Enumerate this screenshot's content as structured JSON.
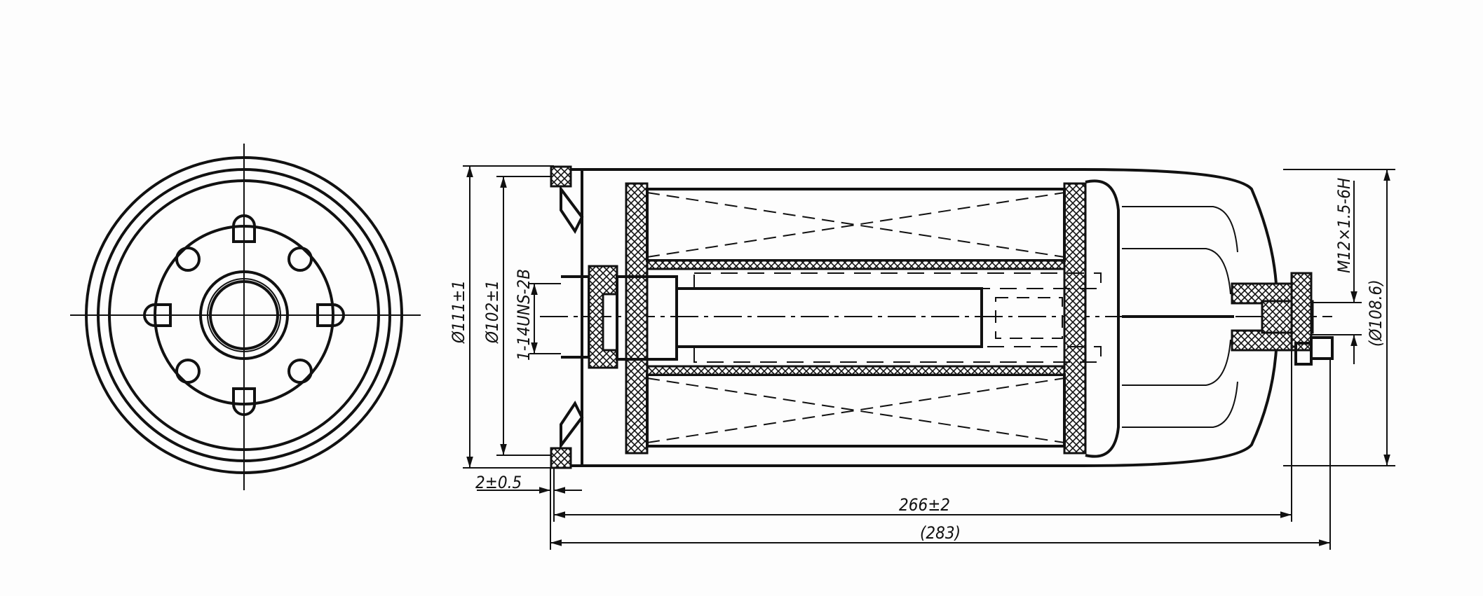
{
  "dimensions": {
    "outer_diameter": "Ø111±1",
    "gasket_diameter": "Ø102±1",
    "thread": "1-14UNS-2B",
    "drain_thread": "M12×1.5-6H",
    "ref_diameter": "(Ø108.6)",
    "gasket_offset": "2±0.5",
    "length": "266±2",
    "overall_length": "(283)"
  }
}
